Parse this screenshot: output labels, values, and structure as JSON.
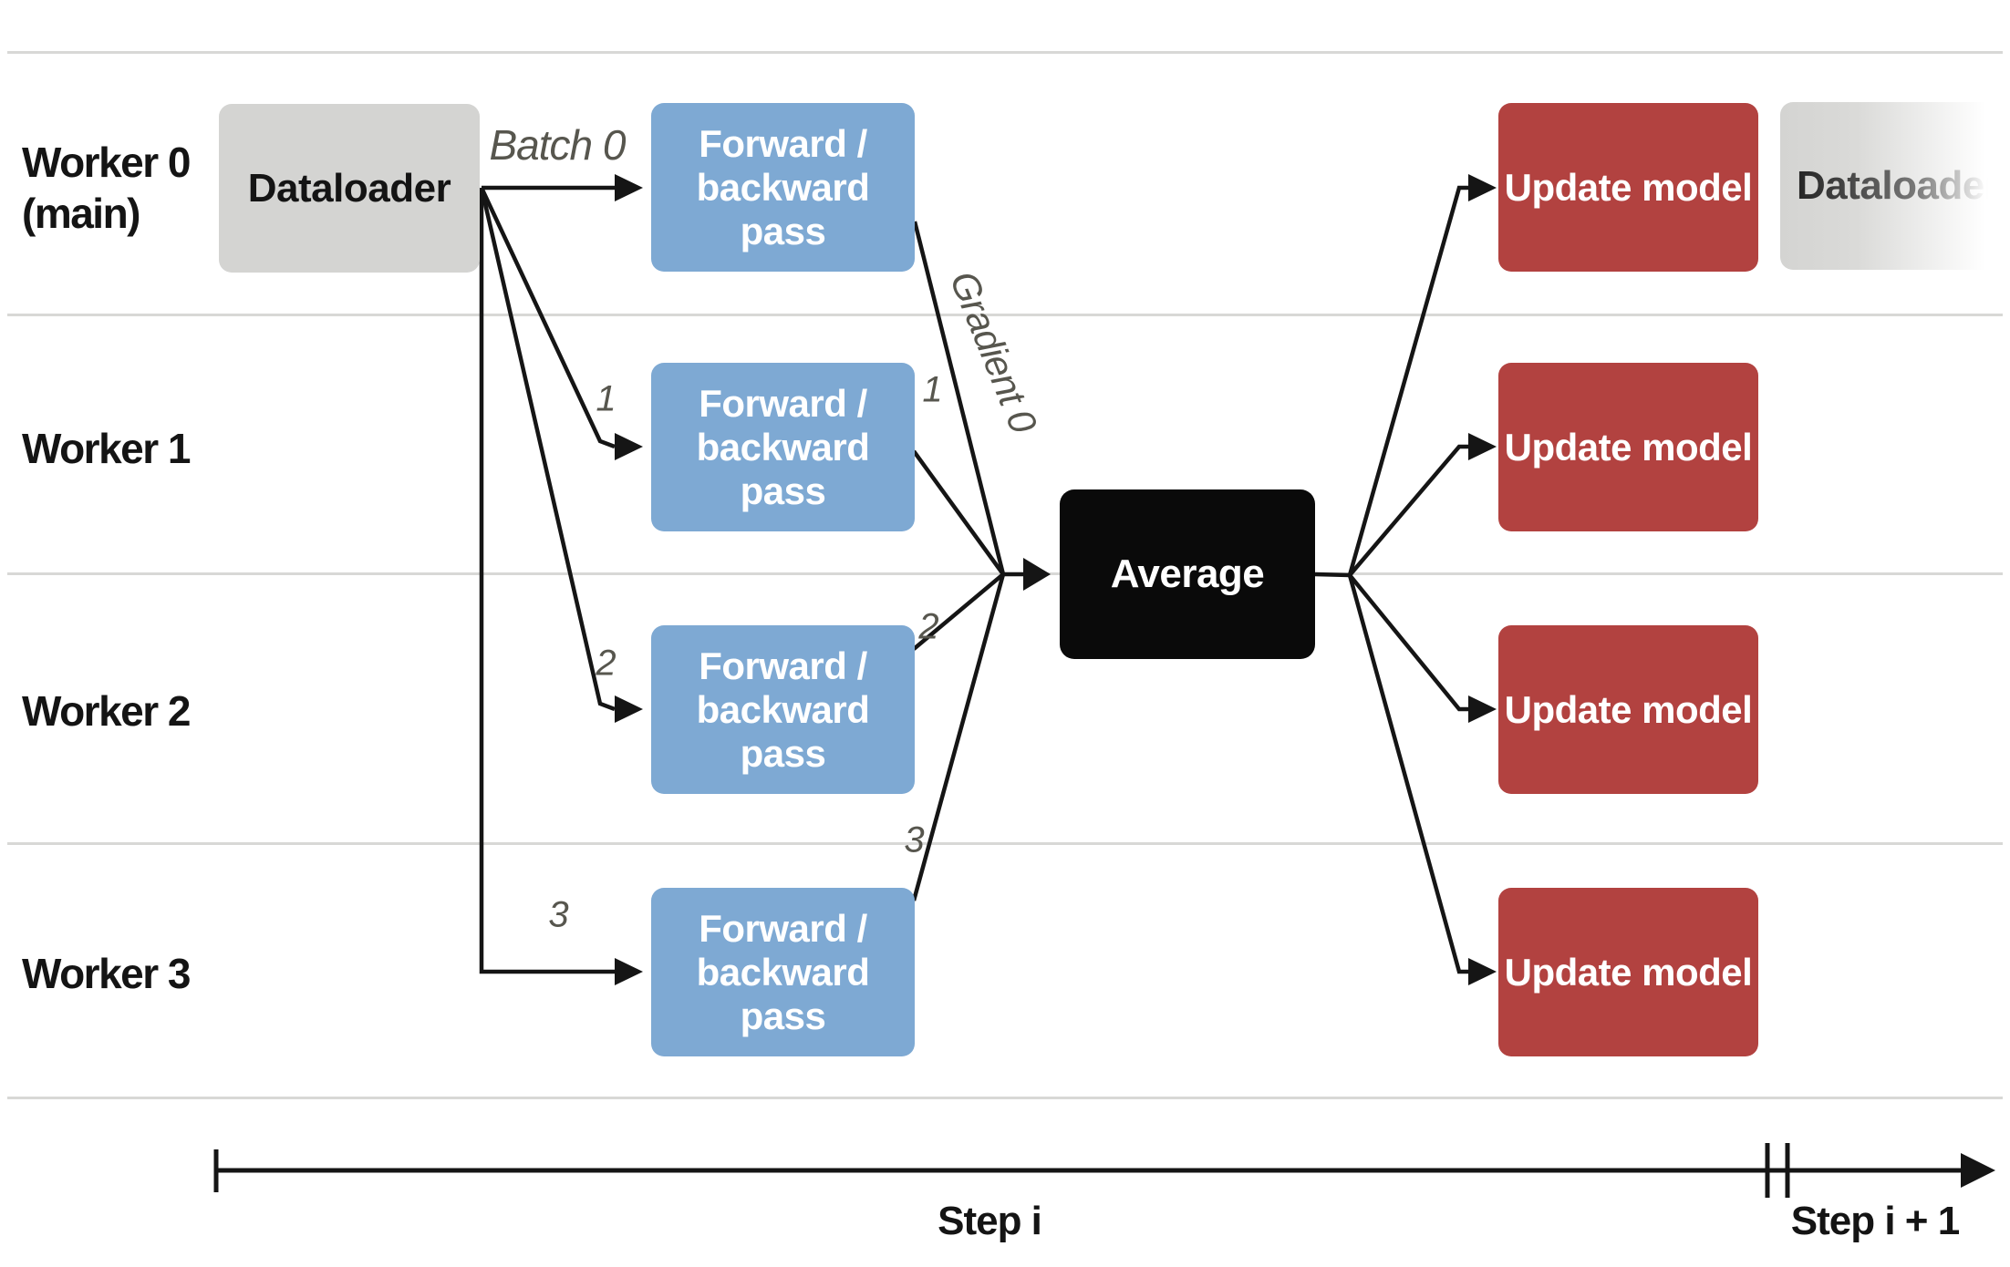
{
  "colors": {
    "blue": "#7ea9d3",
    "red": "#b24240",
    "black_box": "#0a0a0a",
    "gray_box": "#d4d4d2",
    "separator": "#d8d8d6",
    "line": "#151515",
    "annotation": "#57564e",
    "label_text": "#141414",
    "box_text": "#ffffff"
  },
  "workers": [
    {
      "line1": "Worker 0",
      "line2": "(main)"
    },
    {
      "line1": "Worker 1"
    },
    {
      "line1": "Worker 2"
    },
    {
      "line1": "Worker 3"
    }
  ],
  "boxes": {
    "dataloader": "Dataloader",
    "forward_line1": "Forward /",
    "forward_line2": "backward pass",
    "average": "Average",
    "update_model": "Update model",
    "next_dataloader": "Dataloader"
  },
  "annotations": {
    "batch0": "Batch 0",
    "batch1": "1",
    "batch2": "2",
    "batch3": "3",
    "gradient0": "Gradient 0",
    "gradient1": "1",
    "gradient2": "2",
    "gradient3": "3"
  },
  "timeline": {
    "step_i": "Step i",
    "step_i_plus_1": "Step i + 1"
  }
}
